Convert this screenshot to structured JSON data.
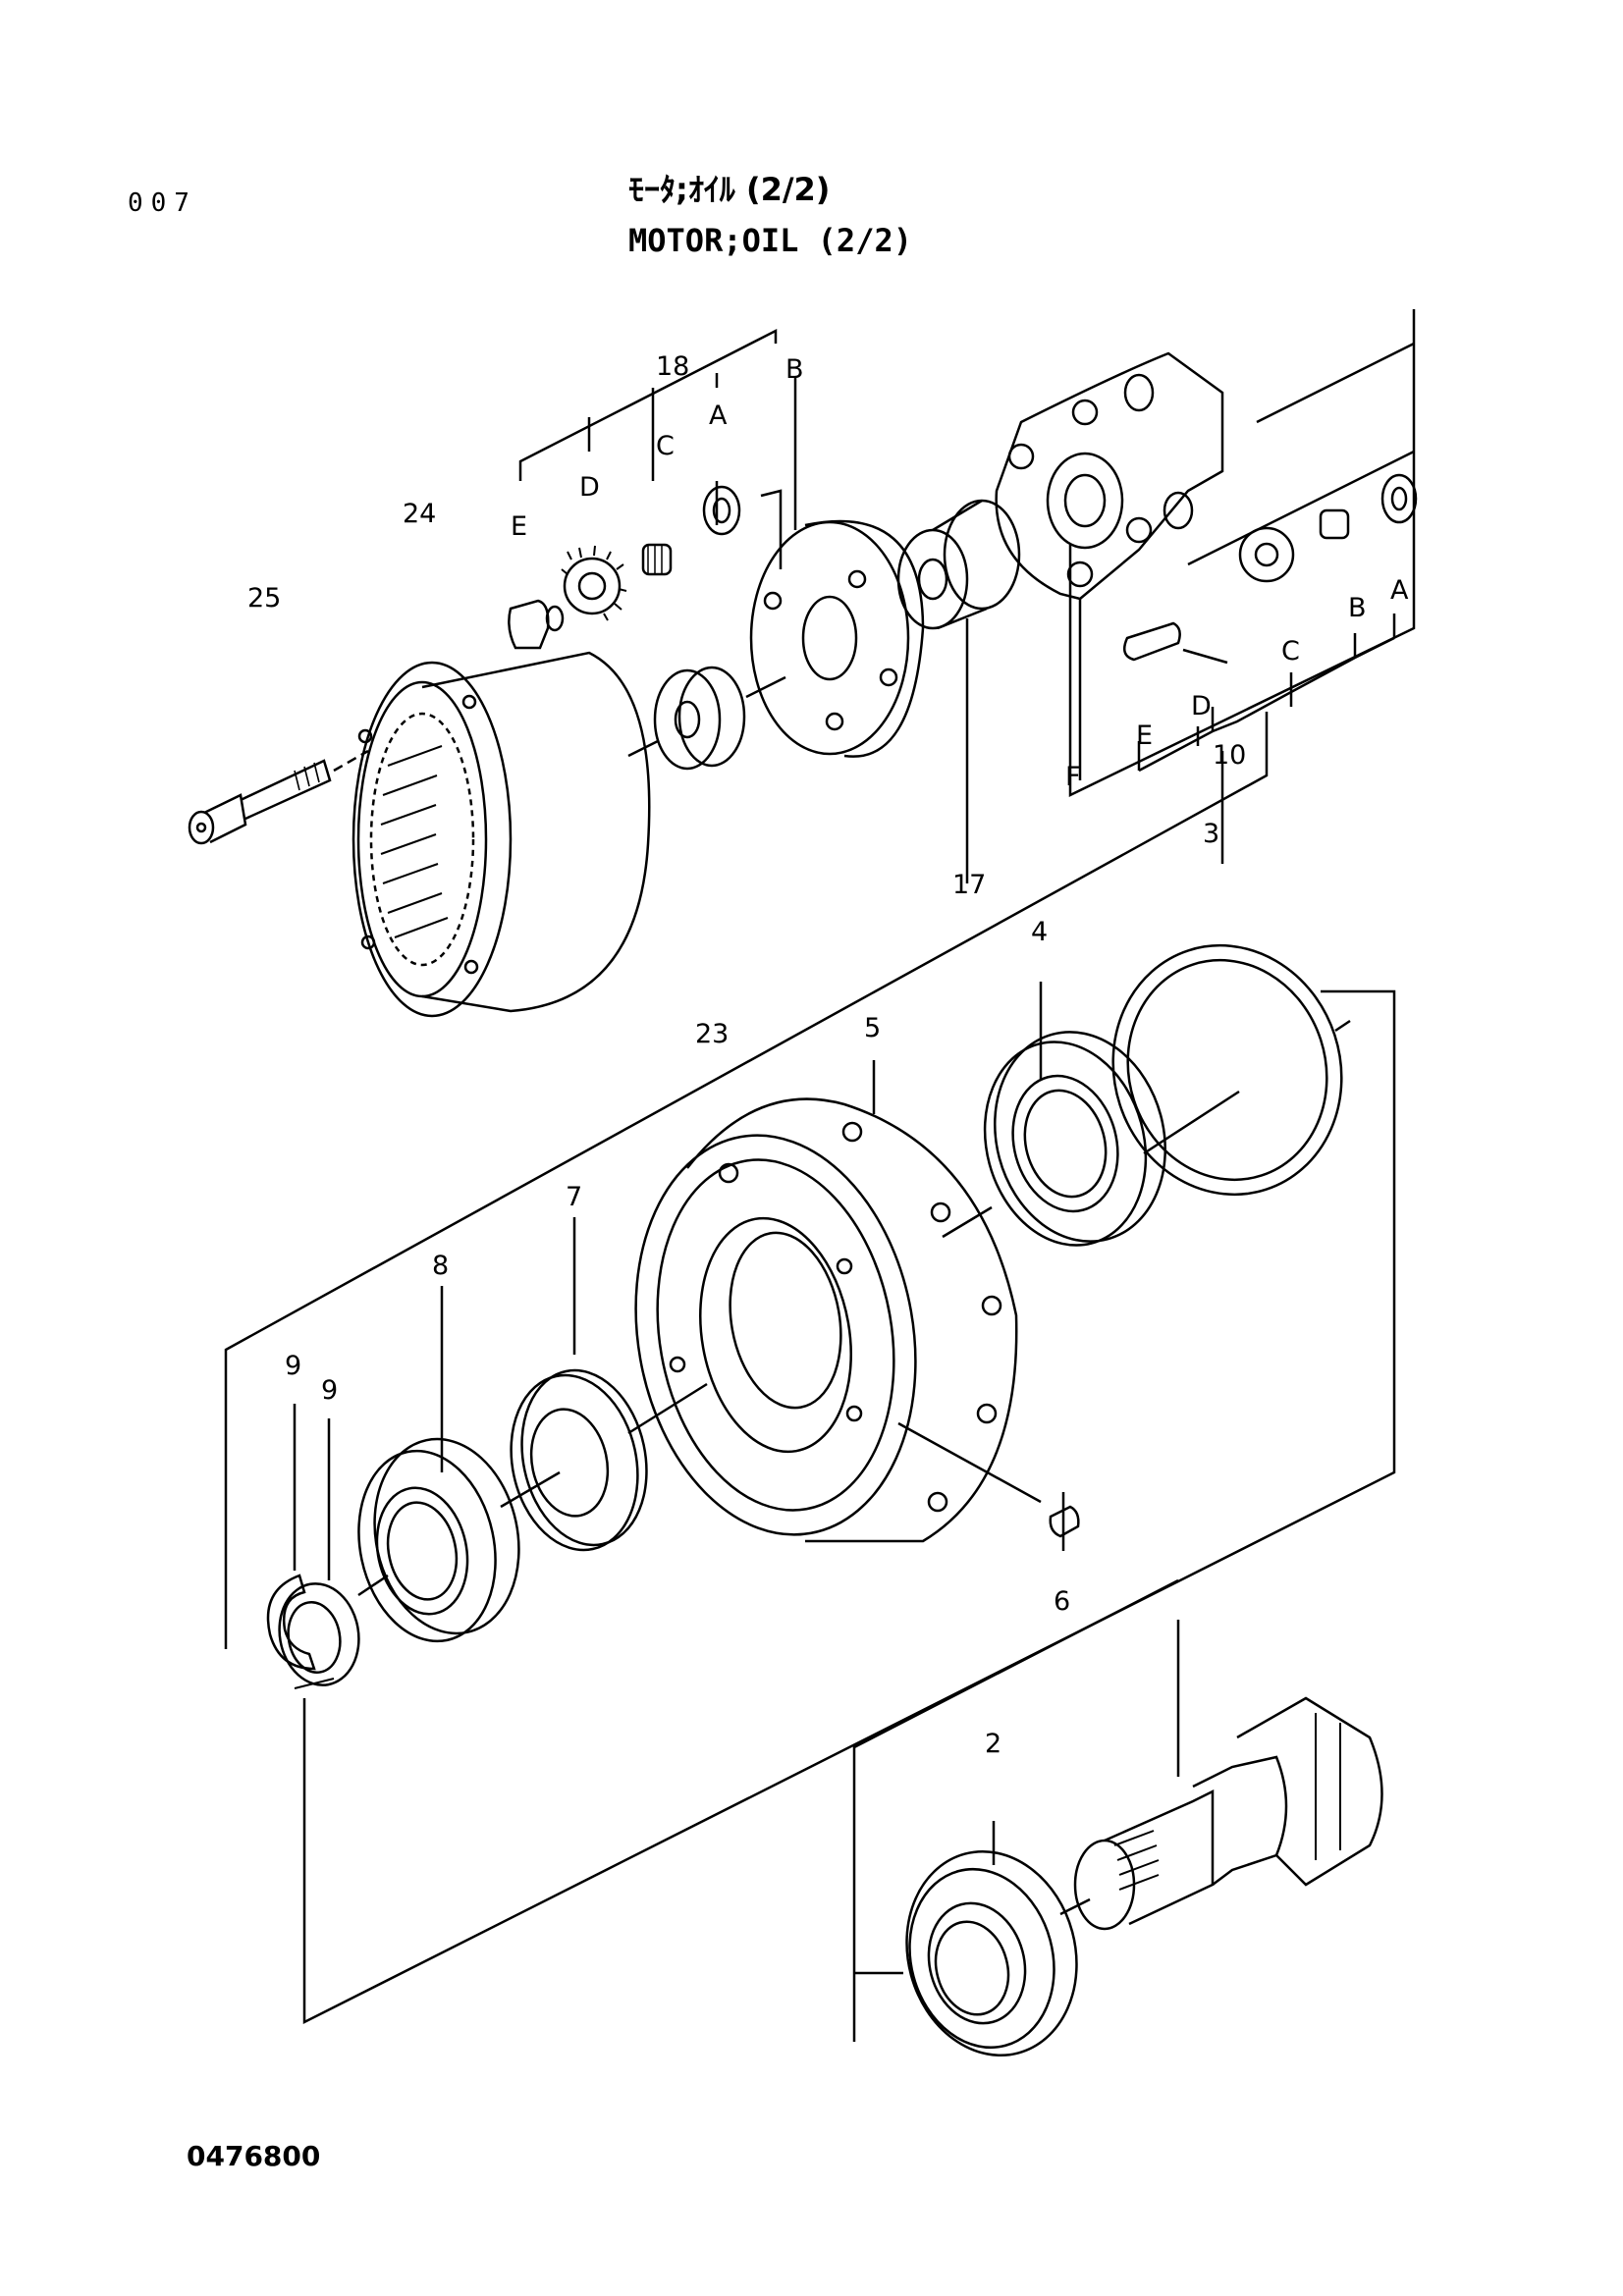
{
  "header": {
    "page_number": "007",
    "title_jp": "ﾓｰﾀ;ｵｲﾙ (2/2)",
    "title_en": "MOTOR;OIL (2/2)"
  },
  "footer": {
    "drawing_code": "0476800"
  },
  "callouts": {
    "c18": "18",
    "cB_top": "B",
    "cA_top": "A",
    "cC_top": "C",
    "cD_top": "D",
    "cE_top": "E",
    "c24": "24",
    "c25": "25",
    "c23": "23",
    "c17": "17",
    "cF": "F",
    "cE_r": "E",
    "cD_r": "D",
    "c10": "10",
    "cC_r": "C",
    "cB_r": "B",
    "cA_r": "A",
    "c3": "3",
    "c4": "4",
    "c5": "5",
    "c7": "7",
    "c8": "8",
    "c9a": "9",
    "c9b": "9",
    "c6": "6",
    "c2": "2"
  }
}
